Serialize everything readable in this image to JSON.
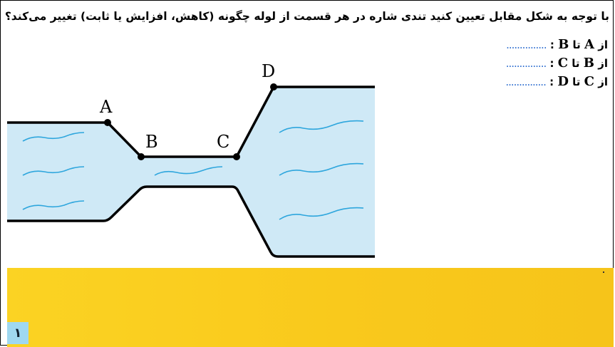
{
  "question": "با توجه به شکل مقابل تعیین کنید تندی شاره در هر قسمت از لوله چگونه (کاهش، افزایش یا ثابت) تغییر می‌کند؟",
  "items": [
    {
      "prefix": "از",
      "from": "A",
      "mid": "تا",
      "to": "B",
      "suffix": ":",
      "blank": "..............."
    },
    {
      "prefix": "از",
      "from": "B",
      "mid": "تا",
      "to": "C",
      "suffix": ":",
      "blank": "..............."
    },
    {
      "prefix": "از",
      "from": "C",
      "mid": "تا",
      "to": "D",
      "suffix": ":",
      "blank": "..............."
    }
  ],
  "diagram": {
    "labels": {
      "a": "A",
      "b": "B",
      "c": "C",
      "d": "D"
    },
    "colors": {
      "water": "#cfe9f6",
      "flow_lines": "#2ea6dd",
      "outline": "#000000"
    }
  },
  "page_number": "۱"
}
